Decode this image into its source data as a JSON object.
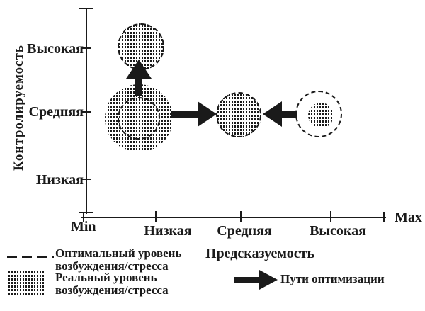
{
  "figure": {
    "y_axis": {
      "title": "Контролируемость",
      "ticks": [
        "Высокая",
        "Средняя",
        "Низкая"
      ]
    },
    "x_axis": {
      "title": "Предсказуемость",
      "min_label": "Min",
      "max_label": "Max",
      "ticks": [
        "Низкая",
        "Средняя",
        "Высокая"
      ]
    }
  },
  "legend": {
    "optimal_line1": "Оптимальный уровень",
    "optimal_line2": "возбуждения/стресса",
    "real_line1": "Реальный уровень",
    "real_line2": "возбуждения/стресса",
    "paths_label": "Пути оптимизации"
  },
  "colors": {
    "ink": "#1a1a1a",
    "paper": "#ffffff"
  },
  "chart_data": {
    "type": "scatter",
    "title": "",
    "xlabel": "Предсказуемость",
    "ylabel": "Контролируемость",
    "x_categories": [
      "Min",
      "Низкая",
      "Средняя",
      "Высокая",
      "Max"
    ],
    "y_categories": [
      "Низкая",
      "Средняя",
      "Высокая"
    ],
    "grid": false,
    "series": [
      {
        "name": "Реальный уровень возбуждения/стресса",
        "style": "hatch",
        "points": [
          {
            "predictability": "Низкая",
            "controllability": "Средняя",
            "size": "large"
          },
          {
            "predictability": "Низкая",
            "controllability": "Высокая",
            "size": "medium"
          },
          {
            "predictability": "Средняя",
            "controllability": "Средняя",
            "size": "medium"
          },
          {
            "predictability": "Высокая",
            "controllability": "Средняя",
            "size": "small"
          }
        ]
      },
      {
        "name": "Оптимальный уровень возбуждения/стресса",
        "style": "dashed",
        "points": [
          {
            "predictability": "Низкая",
            "controllability": "Средняя",
            "size": "medium"
          },
          {
            "predictability": "Низкая",
            "controllability": "Высокая",
            "size": "medium"
          },
          {
            "predictability": "Средняя",
            "controllability": "Средняя",
            "size": "medium"
          },
          {
            "predictability": "Высокая",
            "controllability": "Средняя",
            "size": "medium"
          }
        ]
      }
    ],
    "arrows_meaning": "Пути оптимизации",
    "circles": [
      {
        "name": "real-level-circle-initial",
        "style": "hatch",
        "cx": 196,
        "cy": 167,
        "r": 48
      },
      {
        "name": "optimal-level-circle-initial",
        "style": "dashed",
        "cx": 196,
        "cy": 167,
        "r": 30
      },
      {
        "name": "combined-circle-high-controllability",
        "style": "hatch dashed",
        "cx": 199,
        "cy": 66,
        "r": 33
      },
      {
        "name": "combined-circle-medium-predictability",
        "style": "hatch dashed",
        "cx": 337,
        "cy": 162,
        "r": 32
      },
      {
        "name": "optimal-level-circle-high-predictability",
        "style": "dashed paper",
        "cx": 450,
        "cy": 161,
        "r": 33
      },
      {
        "name": "real-level-circle-high-predictability",
        "style": "hatch",
        "cx": 453,
        "cy": 163,
        "r": 18
      }
    ],
    "arrows": [
      {
        "name": "optimization-arrow-up",
        "dir": "up",
        "tip_x": 196,
        "tip_y": 84,
        "shaft_len": 26
      },
      {
        "name": "optimization-arrow-right",
        "dir": "right",
        "tip_x": 306,
        "tip_y": 161,
        "shaft_len": 38
      },
      {
        "name": "optimization-arrow-left",
        "dir": "left",
        "tip_x": 371,
        "tip_y": 161,
        "shaft_len": 22
      }
    ]
  }
}
